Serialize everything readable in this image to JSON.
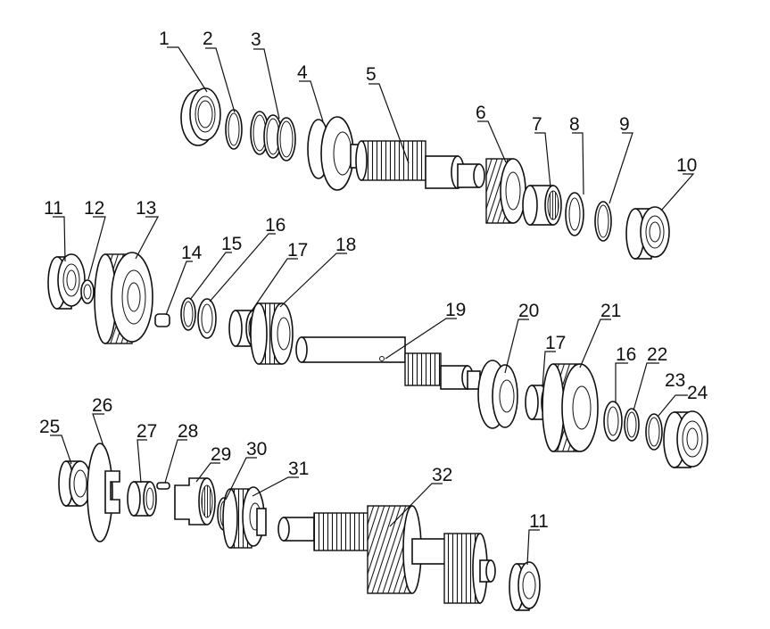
{
  "callouts": [
    {
      "id": "c1",
      "label": "1"
    },
    {
      "id": "c2",
      "label": "2"
    },
    {
      "id": "c3",
      "label": "3"
    },
    {
      "id": "c4",
      "label": "4"
    },
    {
      "id": "c5",
      "label": "5"
    },
    {
      "id": "c6",
      "label": "6"
    },
    {
      "id": "c7",
      "label": "7"
    },
    {
      "id": "c8",
      "label": "8"
    },
    {
      "id": "c9",
      "label": "9"
    },
    {
      "id": "c10",
      "label": "10"
    },
    {
      "id": "c11a",
      "label": "11"
    },
    {
      "id": "c12",
      "label": "12"
    },
    {
      "id": "c13",
      "label": "13"
    },
    {
      "id": "c14",
      "label": "14"
    },
    {
      "id": "c15",
      "label": "15"
    },
    {
      "id": "c16a",
      "label": "16"
    },
    {
      "id": "c17a",
      "label": "17"
    },
    {
      "id": "c18",
      "label": "18"
    },
    {
      "id": "c19",
      "label": "19"
    },
    {
      "id": "c20",
      "label": "20"
    },
    {
      "id": "c17b",
      "label": "17"
    },
    {
      "id": "c21",
      "label": "21"
    },
    {
      "id": "c16b",
      "label": "16"
    },
    {
      "id": "c22",
      "label": "22"
    },
    {
      "id": "c23",
      "label": "23"
    },
    {
      "id": "c24",
      "label": "24"
    },
    {
      "id": "c25",
      "label": "25"
    },
    {
      "id": "c26",
      "label": "26"
    },
    {
      "id": "c27",
      "label": "27"
    },
    {
      "id": "c28",
      "label": "28"
    },
    {
      "id": "c29",
      "label": "29"
    },
    {
      "id": "c30",
      "label": "30"
    },
    {
      "id": "c31",
      "label": "31"
    },
    {
      "id": "c32",
      "label": "32"
    },
    {
      "id": "c11b",
      "label": "11"
    }
  ]
}
